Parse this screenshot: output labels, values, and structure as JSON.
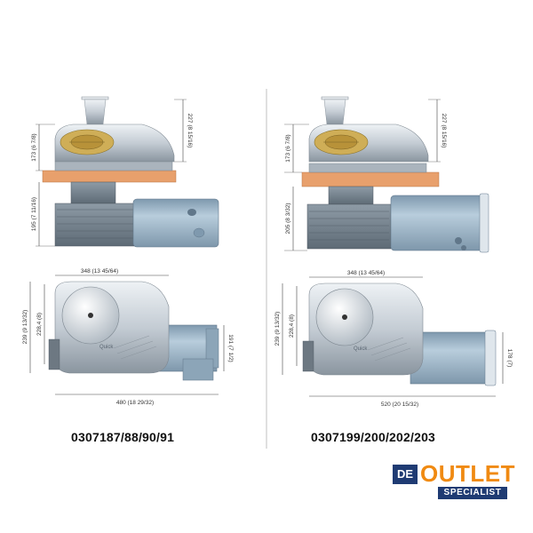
{
  "left_variant": {
    "model_label": "0307187/88/90/91",
    "dims": {
      "height_total": "227 (8 15/16)",
      "height_top": "173 (6 7/8)",
      "height_motor": "195 (7 11/16)",
      "width_top": "348 (13 45/64)",
      "height_plan_outer": "239 (9 13/32)",
      "height_plan_inner": "228,4 (8)",
      "motor_dia": "191 (7 1/2)",
      "length_total": "480 (18 29/32)"
    }
  },
  "right_variant": {
    "model_label": "0307199/200/202/203",
    "dims": {
      "height_total": "227 (8 15/16)",
      "height_top": "173 (6 7/8)",
      "height_motor": "205 (8 3/32)",
      "width_top": "348 (13 45/64)",
      "height_plan_outer": "239 (9 13/32)",
      "height_plan_inner": "228,4 (8)",
      "motor_dia": "178 (7)",
      "length_total": "520 (20 15/32)"
    }
  },
  "logo": {
    "prefix": "DE",
    "brand": "OUTLET",
    "tagline": "SPECIALIST"
  },
  "colors": {
    "motor_blue": "#9fb7c9",
    "deck_orange": "#e8a06c",
    "chrome": "#d7dde3",
    "brand_navy": "#1f3b73",
    "brand_orange": "#f08a12"
  }
}
